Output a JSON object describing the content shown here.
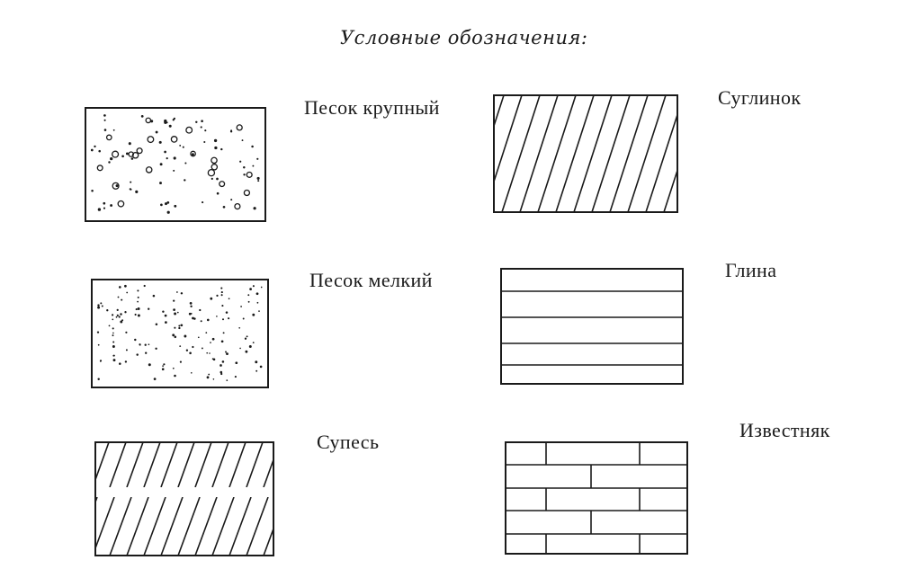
{
  "legend": {
    "title": "Условные обозначения:",
    "items": [
      {
        "key": "pesok-krupnyj",
        "label": "Песок крупный",
        "pattern": "coarse-sand"
      },
      {
        "key": "suglinok",
        "label": "Суглинок",
        "pattern": "diagonal-hatch"
      },
      {
        "key": "pesok-melkij",
        "label": "Песок мелкий",
        "pattern": "fine-sand"
      },
      {
        "key": "glina",
        "label": "Глина",
        "pattern": "horizontal-lines"
      },
      {
        "key": "supes",
        "label": "Супесь",
        "pattern": "split-diagonal-hatch"
      },
      {
        "key": "izvestnyak",
        "label": "Известняк",
        "pattern": "brick"
      }
    ]
  },
  "colors": {
    "ink": "#1a1a1a",
    "paper": "#ffffff"
  }
}
